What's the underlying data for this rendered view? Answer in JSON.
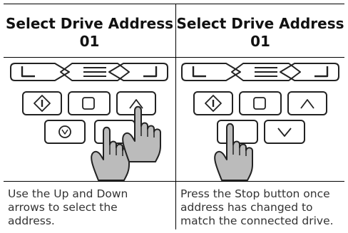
{
  "columns": [
    {
      "title": "Select Drive Address",
      "address": "01",
      "description": [
        "Use the Up and Down",
        "arrows to select the",
        "address."
      ],
      "pressed_buttons": [
        "up",
        "down"
      ]
    },
    {
      "title": "Select Drive Address",
      "address": "01",
      "description": [
        "Press the Stop button once",
        "address has changed to",
        "match the connected drive."
      ],
      "pressed_buttons": [
        "stop"
      ]
    }
  ]
}
